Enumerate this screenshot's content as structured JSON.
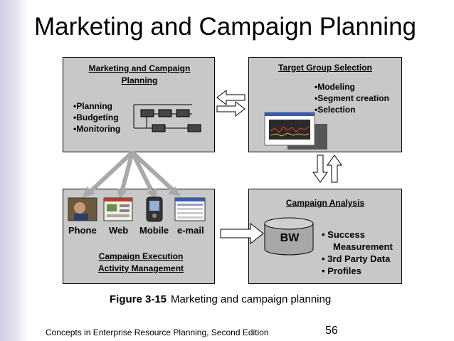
{
  "title": "Marketing and Campaign Planning",
  "planning": {
    "title_line1": "Marketing and Campaign",
    "title_line2": "Planning",
    "bullets": [
      "•Planning",
      "•Budgeting",
      "•Monitoring"
    ]
  },
  "target": {
    "title": "Target Group Selection",
    "bullets": [
      "•Modeling",
      "•Segment creation",
      "•Selection"
    ]
  },
  "execution": {
    "channels": [
      "Phone",
      "Web",
      "Mobile",
      "e-mail"
    ],
    "title_line1": "Campaign Execution",
    "title_line2": "Activity Management"
  },
  "analysis": {
    "title": "Campaign Analysis",
    "database_label": "BW",
    "bullets": [
      "• Success",
      "Measurement",
      "• 3rd Party Data",
      "• Profiles"
    ]
  },
  "caption": {
    "figure_number": "Figure 3-15",
    "text": "Marketing and campaign planning"
  },
  "footer": {
    "text": "Concepts in Enterprise Resource Planning, Second Edition",
    "page_number": "56"
  }
}
